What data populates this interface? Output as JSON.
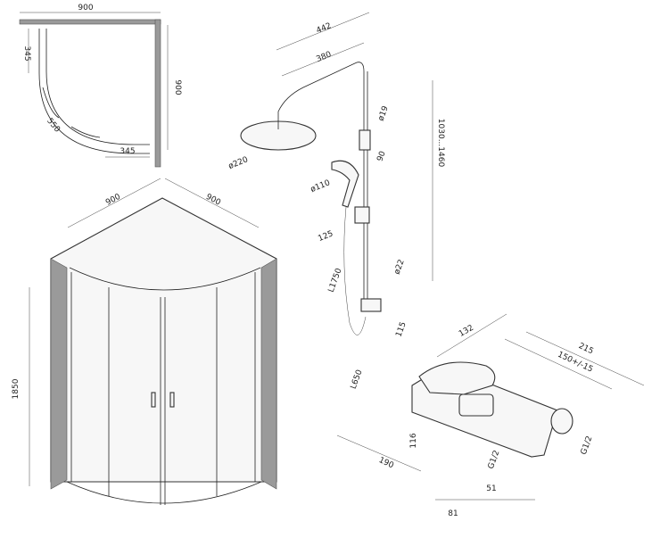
{
  "plan": {
    "width": "900",
    "depth": "900",
    "wall_offset_a": "345",
    "wall_offset_b": "345",
    "radius": "550"
  },
  "cabin": {
    "width_left": "900",
    "width_right": "900",
    "height": "1850"
  },
  "shower_set": {
    "arm_total": "442",
    "arm_length": "380",
    "pipe_diameter": "ø19",
    "head_diameter": "ø220",
    "holder_size": "90",
    "handshower_diameter": "ø110",
    "slider_size": "125",
    "bar_diameter": "ø22",
    "bar_height": "1030...1460",
    "hose_length_top": "L1750",
    "clamp_size": "115",
    "hose_length_bottom": "L650"
  },
  "mixer": {
    "depth": "132",
    "total_width": "215",
    "center_distance": "150+/-15",
    "length": "190",
    "height": "116",
    "thread_bottom": "G1/2",
    "thread_side": "G1/2",
    "outlet_offset": "51",
    "body_offset": "81"
  }
}
